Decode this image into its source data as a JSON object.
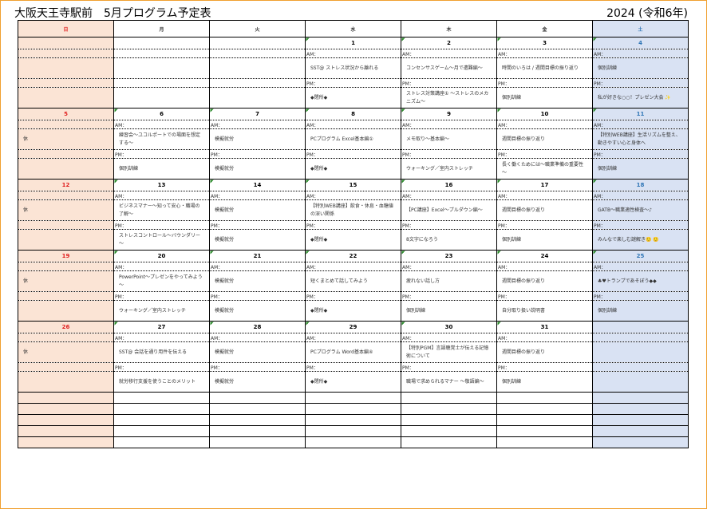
{
  "title": "大阪天王寺駅前　5月プログラム予定表",
  "year": "2024 (令和6年)",
  "headers": [
    "日",
    "月",
    "火",
    "水",
    "木",
    "金",
    "土"
  ],
  "am": "AM：",
  "pm": "PM：",
  "weeks": [
    {
      "days": [
        "",
        "",
        "",
        "1",
        "2",
        "3",
        "4"
      ],
      "am": [
        "",
        "",
        "",
        "SST@ ストレス状況から離れる",
        "コンセンサスゲーム～月で遭難編～",
        "時間のいろは / 週間目標の振り返り",
        "個別訓練"
      ],
      "pm": [
        "",
        "",
        "",
        "◆閉所◆",
        "ストレス対策講座① ～ストレスのメカニズム～",
        "個別訓練",
        "私が好きな○○！プレゼン大会 ✨"
      ]
    },
    {
      "days": [
        "5",
        "6",
        "7",
        "8",
        "9",
        "10",
        "11"
      ],
      "am": [
        "休",
        "練習会～ユコルポートでの場面を想定する～",
        "模擬就労",
        "PCプログラム Excel基本編①",
        "メモ取り～基本編～",
        "週間目標の振り返り",
        "【特別WEB講座】生活リズムを整え、動きやすい心と身体へ"
      ],
      "pm": [
        "",
        "個別訓練",
        "模擬就労",
        "◆閉所◆",
        "ウォーキング／室内ストレッチ",
        "長く働くためには～職業準備の重要性～",
        "個別訓練"
      ]
    },
    {
      "days": [
        "12",
        "13",
        "14",
        "15",
        "16",
        "17",
        "18"
      ],
      "am": [
        "休",
        "ビジネスマナー～知って安心・職場の了解～",
        "模擬就労",
        "【特別WEB講座】飲食・休息・血糖値の深い関係",
        "【PC講座】Excel～プルダウン編～",
        "週間目標の振り返り",
        "GATB～職業適性検査～♪"
      ],
      "pm": [
        "",
        "ストレスコントロール～バウンダリー ～",
        "模擬就労",
        "◆閉所◆",
        "8文字になろう",
        "個別訓練",
        "みんなで楽しむ謎解き🙂 🙂"
      ]
    },
    {
      "days": [
        "19",
        "20",
        "21",
        "22",
        "23",
        "24",
        "25"
      ],
      "am": [
        "休",
        "PowerPoint～プレゼンをやってみよう～",
        "模擬就労",
        "短くまとめて話してみよう",
        "疲れない話し方",
        "週間目標の振り返り",
        "♣♥トランプであそぼう◆◆"
      ],
      "pm": [
        "",
        "ウォーキング／室内ストレッチ",
        "模擬就労",
        "◆閉所◆",
        "個別訓練",
        "自分取り扱い説明書",
        "個別訓練"
      ]
    },
    {
      "days": [
        "26",
        "27",
        "28",
        "29",
        "30",
        "31",
        ""
      ],
      "am": [
        "休",
        "SST@ 会話を通り用件を伝える",
        "模擬就労",
        "PCプログラム Word基本編④",
        "【特別PGM】言語聴覚士が伝える記憶術について",
        "週間目標の振り返り",
        ""
      ],
      "pm": [
        "",
        "就労移行支援を使うことのメリット",
        "模擬就労",
        "◆閉所◆",
        "職場で求められるマナー ～敬語編～",
        "個別訓練",
        ""
      ]
    }
  ]
}
